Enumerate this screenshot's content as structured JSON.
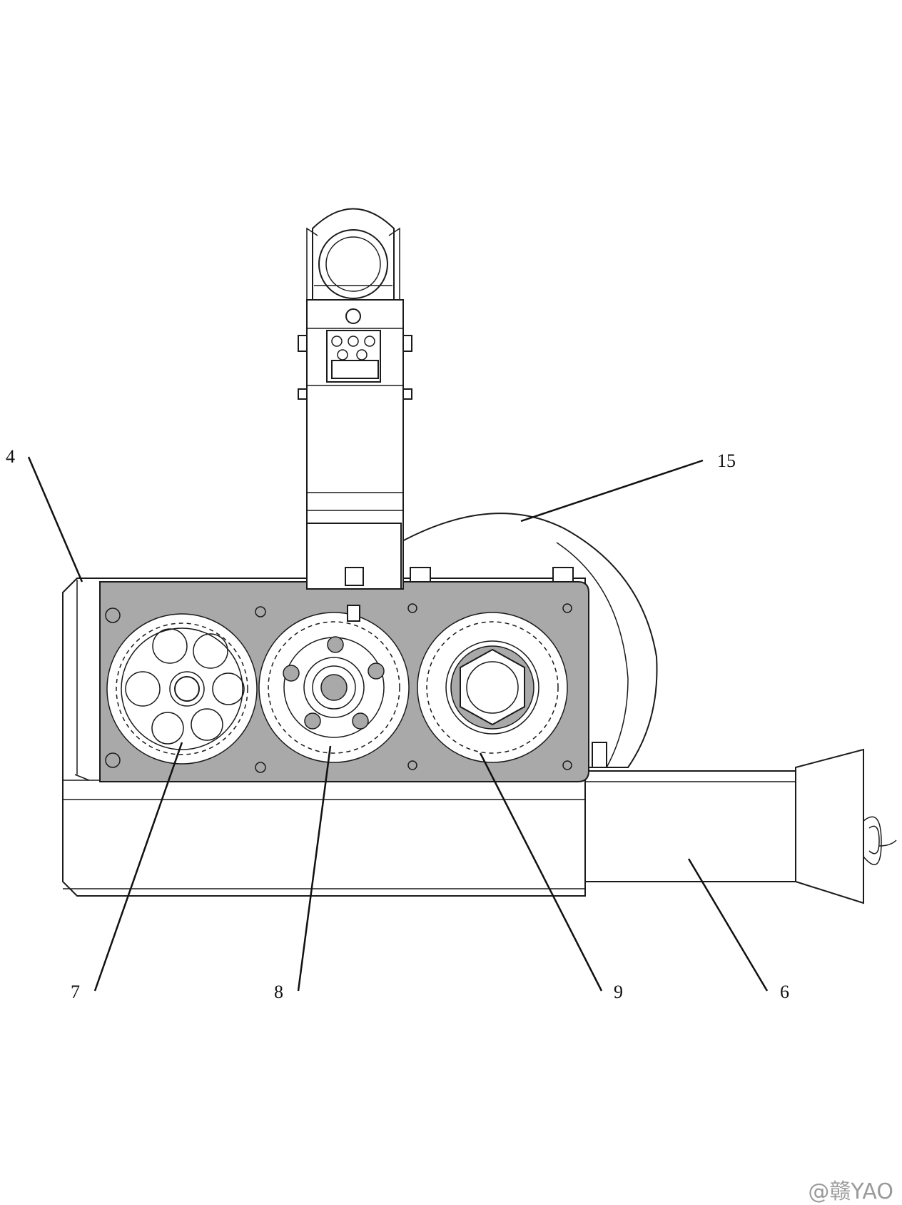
{
  "labels": {
    "housing": "4",
    "gear_left": "7",
    "gear_middle": "8",
    "gear_right": "9",
    "guide_chute": "6",
    "disc": "15"
  },
  "watermark": "@赣YAO",
  "colors": {
    "line": "#1a1a1a",
    "plate": "#a9a9a9",
    "background": "#ffffff",
    "watermark": "#9a9a9a"
  }
}
